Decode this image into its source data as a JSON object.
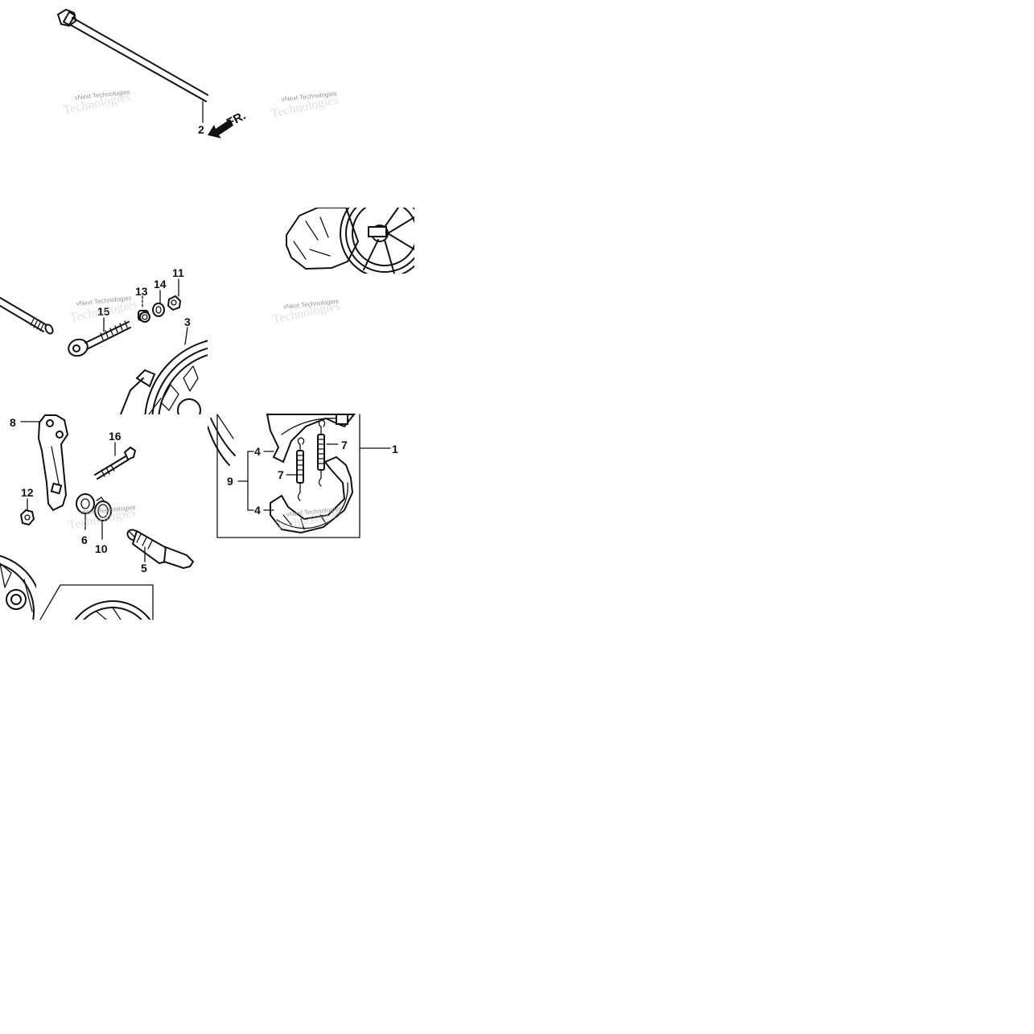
{
  "direction_label": "FR.",
  "watermark": "vNext Technologies",
  "callouts": [
    {
      "id": "1",
      "text": "1"
    },
    {
      "id": "2",
      "text": "2"
    },
    {
      "id": "3",
      "text": "3"
    },
    {
      "id": "4a",
      "text": "4"
    },
    {
      "id": "4b",
      "text": "4"
    },
    {
      "id": "5",
      "text": "5"
    },
    {
      "id": "6",
      "text": "6"
    },
    {
      "id": "7a",
      "text": "7"
    },
    {
      "id": "7b",
      "text": "7"
    },
    {
      "id": "8",
      "text": "8"
    },
    {
      "id": "9",
      "text": "9"
    },
    {
      "id": "10",
      "text": "10"
    },
    {
      "id": "11",
      "text": "11"
    },
    {
      "id": "12",
      "text": "12"
    },
    {
      "id": "13",
      "text": "13"
    },
    {
      "id": "14",
      "text": "14"
    },
    {
      "id": "15",
      "text": "15"
    },
    {
      "id": "16",
      "text": "16"
    }
  ]
}
